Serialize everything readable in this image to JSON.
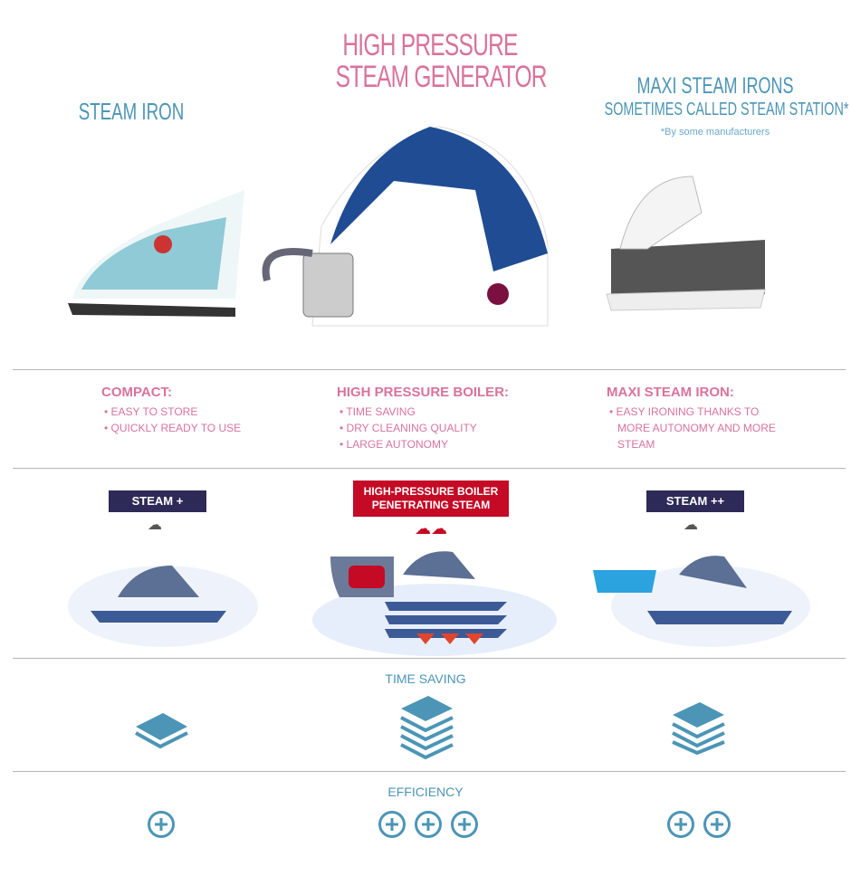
{
  "columns": [
    {
      "title": "STEAM IRON",
      "feature_title": "COMPACT:",
      "features": [
        "• EASY TO STORE",
        "• QUICKLY READY TO USE"
      ],
      "steam_badge": "STEAM +",
      "efficiency": 1
    },
    {
      "title_line1": "HIGH PRESSURE",
      "title_line2": "STEAM GENERATOR",
      "feature_title": "HIGH PRESSURE BOILER:",
      "features": [
        "• TIME SAVING",
        "• DRY CLEANING QUALITY",
        "• LARGE AUTONOMY"
      ],
      "steam_badge_line1": "HIGH-PRESSURE BOILER",
      "steam_badge_line2": "PENETRATING STEAM",
      "efficiency": 3
    },
    {
      "title_line1": "MAXI STEAM IRONS",
      "title_line2": "SOMETIMES CALLED STEAM STATION*",
      "footnote": "*By some manufacturers",
      "feature_title": "MAXI STEAM IRON:",
      "features": [
        "• EASY IRONING THANKS TO",
        "MORE AUTONOMY AND MORE",
        "STEAM"
      ],
      "steam_badge": "STEAM ++",
      "efficiency": 2
    }
  ],
  "sections": {
    "time_saving": "TIME SAVING",
    "efficiency": "EFFICIENCY"
  },
  "colors": {
    "pink": "#d9739a",
    "blue": "#4c95b6",
    "navy": "#2d2a57",
    "red": "#c40a25"
  }
}
